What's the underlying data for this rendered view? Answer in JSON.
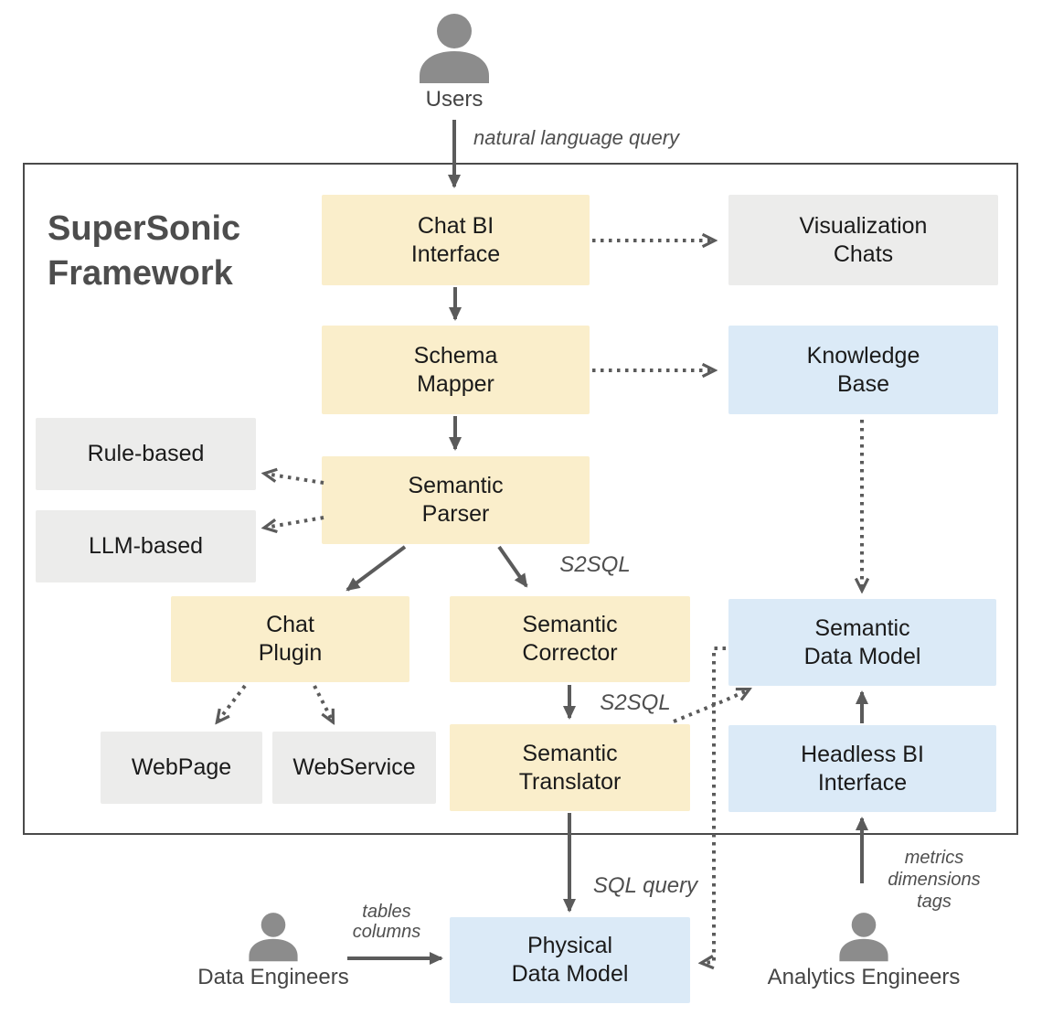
{
  "colors": {
    "node_yellow": "#FAEECB",
    "node_blue": "#DBEAF7",
    "node_gray": "#ECECEB",
    "arrow": "#5B5B5B",
    "frame_border": "#4A4A4A",
    "title_text": "#4D4D4D",
    "box_text": "#1A1A1A",
    "edge_label_text": "#4F4F4F",
    "actor_icon": "#8C8C8C",
    "actor_label_text": "#454545"
  },
  "title": {
    "line1": "SuperSonic",
    "line2": "Framework"
  },
  "actors": {
    "users": {
      "label": "Users"
    },
    "data_engineers": {
      "label": "Data Engineers"
    },
    "analytics_engineers": {
      "label": "Analytics Engineers"
    }
  },
  "nodes": {
    "chat_bi_interface": {
      "line1": "Chat BI",
      "line2": "Interface"
    },
    "visualization_chats": {
      "line1": "Visualization",
      "line2": "Chats"
    },
    "schema_mapper": {
      "line1": "Schema",
      "line2": "Mapper"
    },
    "knowledge_base": {
      "line1": "Knowledge",
      "line2": "Base"
    },
    "rule_based": {
      "line1": "Rule-based"
    },
    "llm_based": {
      "line1": "LLM-based"
    },
    "semantic_parser": {
      "line1": "Semantic",
      "line2": "Parser"
    },
    "chat_plugin": {
      "line1": "Chat",
      "line2": "Plugin"
    },
    "semantic_corrector": {
      "line1": "Semantic",
      "line2": "Corrector"
    },
    "webpage": {
      "line1": "WebPage"
    },
    "webservice": {
      "line1": "WebService"
    },
    "semantic_translator": {
      "line1": "Semantic",
      "line2": "Translator"
    },
    "semantic_data_model": {
      "line1": "Semantic",
      "line2": "Data Model"
    },
    "headless_bi_interface": {
      "line1": "Headless BI",
      "line2": "Interface"
    },
    "physical_data_model": {
      "line1": "Physical",
      "line2": "Data Model"
    }
  },
  "edge_labels": {
    "users_to_chat_bi": "natural language query",
    "parser_s2sql": "S2SQL",
    "corrector_s2sql": "S2SQL",
    "translator_sql_query": "SQL query",
    "tables": "tables",
    "columns": "columns",
    "metrics": "metrics",
    "dimensions": "dimensions",
    "tags": "tags"
  }
}
